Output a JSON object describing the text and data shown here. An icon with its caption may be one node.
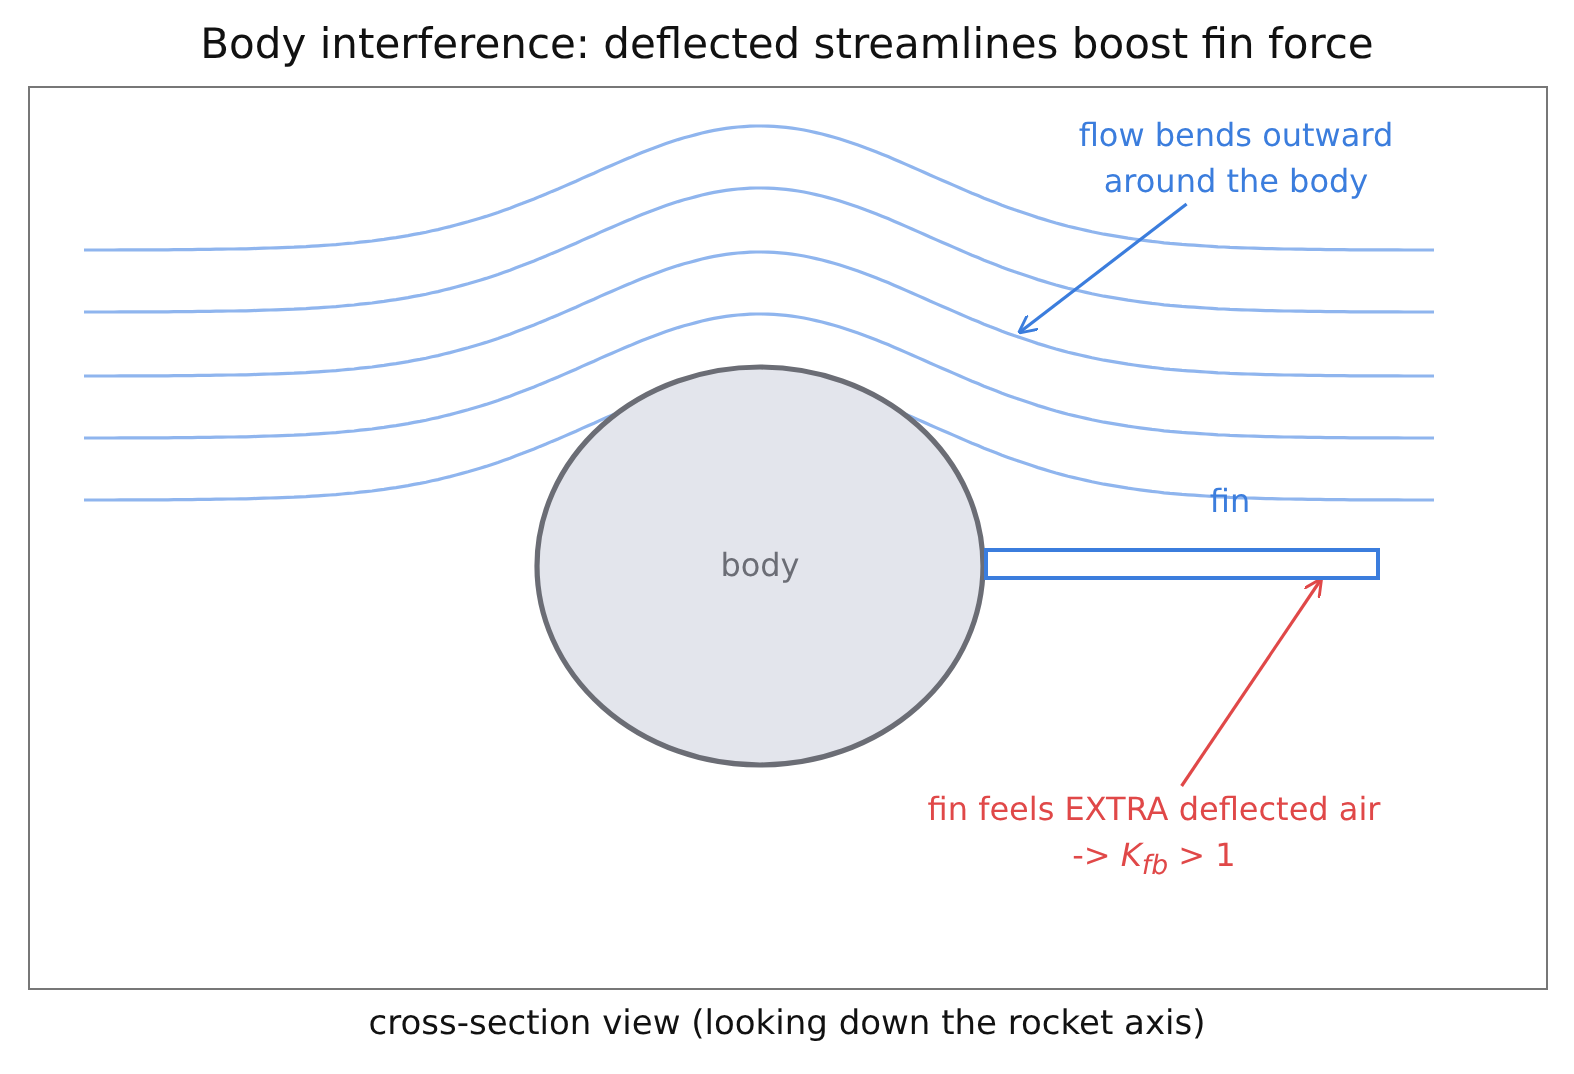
{
  "diagram": {
    "title": "Body interference: deflected streamlines boost fin force",
    "caption": "cross-section view (looking down the rocket axis)",
    "nodes": [
      {
        "text": [
          "body"
        ]
      },
      {
        "text": [
          "fin"
        ]
      },
      {
        "text": [
          "flow bends outward around the body"
        ]
      },
      {
        "text": [
          "fin feels EXTRA deflected air  ->  *K*$_{fb}$ > 1"
        ]
      }
    ],
    "edges": [
      {
        "from": 2,
        "to": null,
        "arrow": "to",
        "color": "#3b7ddd"
      },
      {
        "from": 3,
        "to": 1,
        "arrow": "to",
        "color": "#e04848"
      }
    ]
  }
}
